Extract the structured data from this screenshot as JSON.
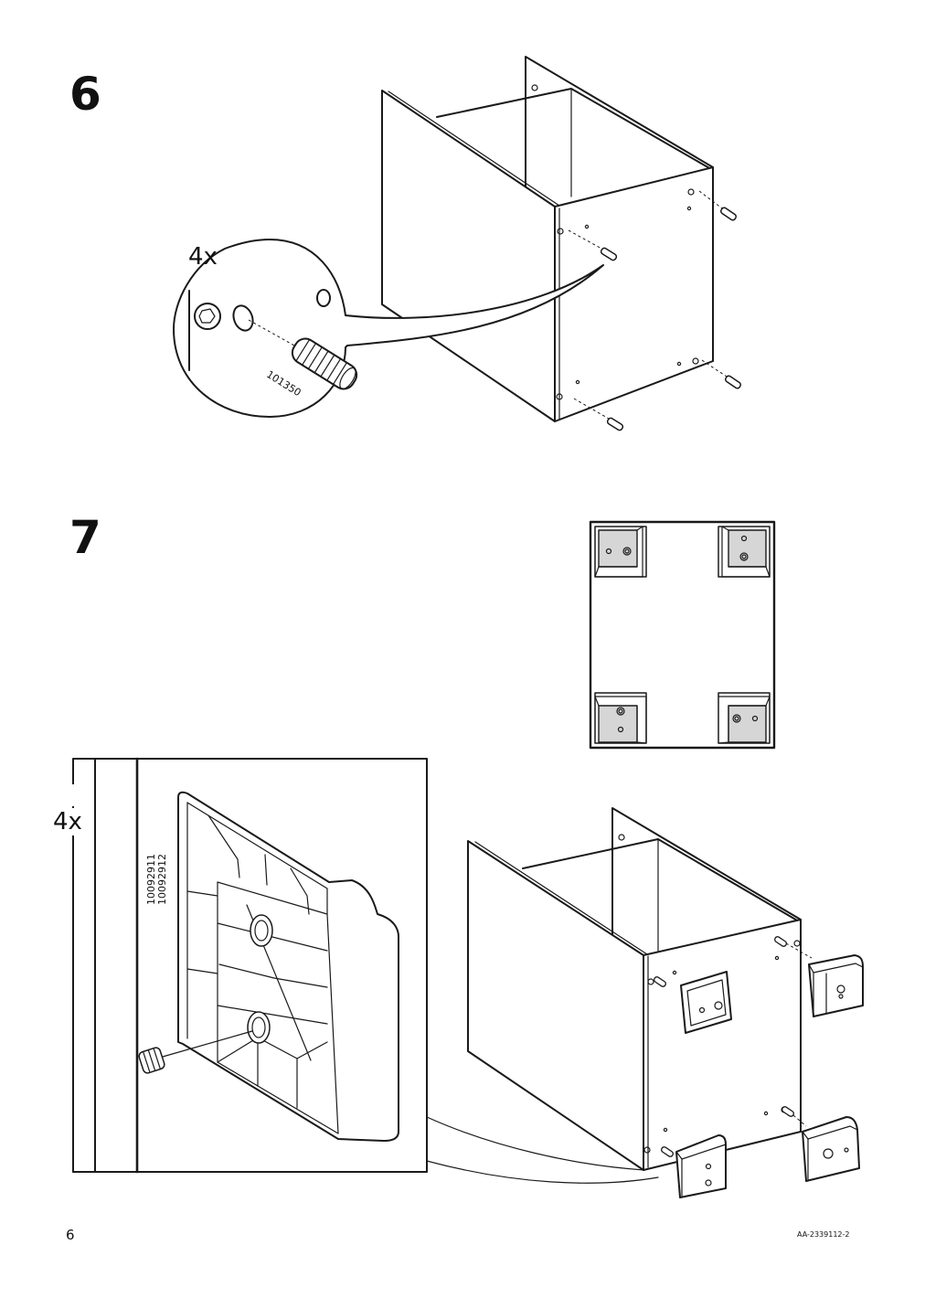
{
  "steps": [
    {
      "number": "6",
      "quantity": "4x",
      "part_number": "101350"
    },
    {
      "number": "7",
      "quantity": "4x",
      "part_numbers": [
        "10092911",
        "10092912"
      ]
    }
  ],
  "footer": {
    "page_number": "6",
    "document_code": "AA-2339112-2"
  }
}
